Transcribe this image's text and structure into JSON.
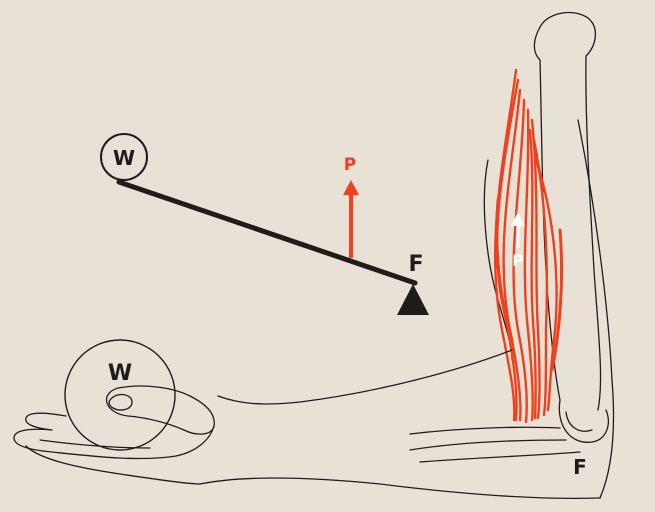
{
  "diagram": {
    "lever": {
      "weight_label": "W",
      "effort_label": "P",
      "fulcrum_label": "F"
    },
    "arm": {
      "weight_label": "W",
      "effort_label": "P",
      "fulcrum_label": "F"
    },
    "colors": {
      "background": "#e7e1d6",
      "ink": "#1e1d1b",
      "muscle": "#f0401d"
    }
  }
}
